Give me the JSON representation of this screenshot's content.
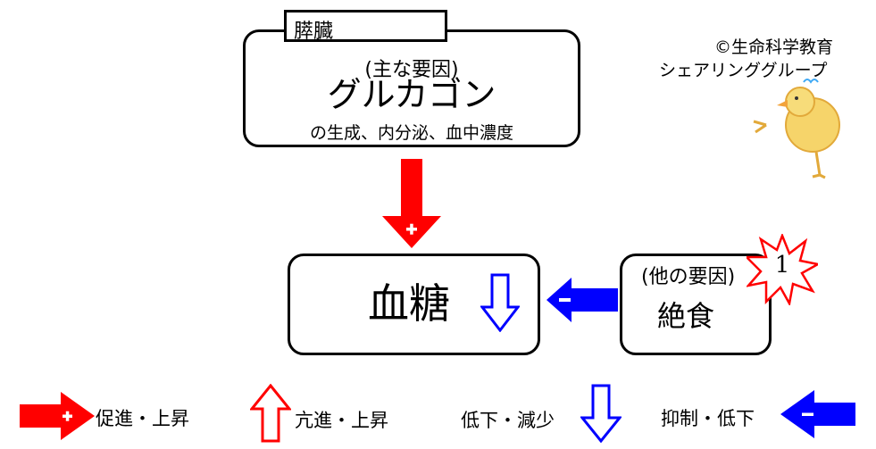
{
  "organ_tag": "膵臓",
  "main_box": {
    "line1": "(主な要因)",
    "line2": "グルカゴン",
    "line3": "の生成、内分泌、血中濃度"
  },
  "copyright": {
    "line1": "©生命科学教育",
    "line2": "シェアリンググループ"
  },
  "target_box": {
    "label": "血糖"
  },
  "other_box": {
    "line1": "(他の要因)",
    "line2": "絶食",
    "badge": "1"
  },
  "legend": {
    "promote": "促進・上昇",
    "hyper": "亢進・上昇",
    "decrease": "低下・減少",
    "inhibit": "抑制・低下"
  },
  "colors": {
    "red": "#ff0000",
    "blue": "#0000ff"
  },
  "icons": {
    "chick": "chick-illustration",
    "badge": "starburst-badge"
  }
}
